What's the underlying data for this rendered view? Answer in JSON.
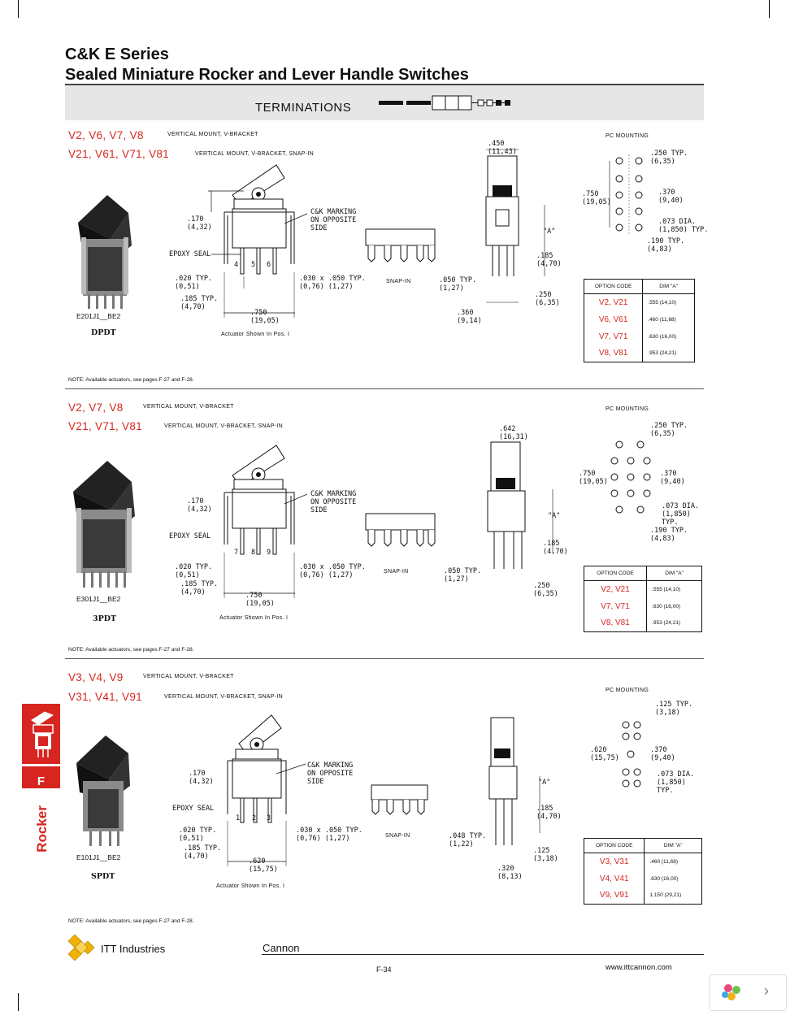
{
  "header": {
    "title_line1": "C&K E Series",
    "title_line2": "Sealed Miniature Rocker and Lever Handle Switches",
    "band_label": "TERMINATIONS"
  },
  "sections": [
    {
      "codes_1": "V2, V6, V7, V8",
      "desc_1": "VERTICAL MOUNT, V-BRACKET",
      "codes_2": "V21, V61, V71, V81",
      "desc_2": "VERTICAL MOUNT, V-BRACKET, SNAP-IN",
      "part_number": "E201J1__BE2",
      "pole_type": "DPDT",
      "dims": {
        "d170": ".170",
        "d170m": "(4,32)",
        "marking": "C&K MARKING",
        "marking2": "ON OPPOSITE",
        "marking3": "SIDE",
        "epoxy": "EPOXY SEAL",
        "pins": [
          "4",
          "5",
          "6"
        ],
        "d020": ".020 TYP.",
        "d020m": "(0,51)",
        "d030": ".030 x .050 TYP.",
        "d030m": "(0,76) (1,27)",
        "d185": ".185 TYP.",
        "d185m": "(4,70)",
        "dwidth": ".750",
        "dwidthm": "(19,05)",
        "actuator": "Actuator Shown In Pos. I",
        "snapin": "SNAP-IN",
        "side_top": ".450",
        "side_topm": "(11,43)",
        "dimA": "\"A\"",
        "side_185": ".185",
        "side_185m": "(4,70)",
        "side_050": ".050 TYP.",
        "side_050m": "(1,27)",
        "side_250": ".250",
        "side_250m": "(6,35)",
        "side_bottom": ".360",
        "side_bottomm": "(9,14)"
      },
      "pc": {
        "title": "PC MOUNTING",
        "spacing": ".250 TYP.",
        "spacingm": "(6,35)",
        "height": ".750",
        "heightm": "(19,05)",
        "col": ".370",
        "colm": "(9,40)",
        "dia": ".073 DIA.",
        "diam": "(1,850) TYP.",
        "row": ".190 TYP.",
        "rowm": "(4,83)"
      },
      "table_header": [
        "OPTION CODE",
        "DIM \"A\""
      ],
      "table_rows": [
        [
          "V2, V21",
          ".555 (14,10)"
        ],
        [
          "V6, V61",
          ".460 (11,68)"
        ],
        [
          "V7, V71",
          ".630 (16,00)"
        ],
        [
          "V8, V81",
          ".953 (24,21)"
        ]
      ],
      "note": "NOTE: Available actuators, see pages F-27 and F-28."
    },
    {
      "codes_1": "V2, V7, V8",
      "desc_1": "VERTICAL MOUNT, V-BRACKET",
      "codes_2": "V21, V71, V81",
      "desc_2": "VERTICAL MOUNT, V-BRACKET, SNAP-IN",
      "part_number": "E301J1__BE2",
      "pole_type": "3PDT",
      "dims": {
        "d170": ".170",
        "d170m": "(4,32)",
        "marking": "C&K MARKING",
        "marking2": "ON OPPOSITE",
        "marking3": "SIDE",
        "epoxy": "EPOXY SEAL",
        "pins": [
          "7",
          "8",
          "9"
        ],
        "d020": ".020 TYP.",
        "d020m": "(0,51)",
        "d030": ".030 x .050 TYP.",
        "d030m": "(0,76) (1,27)",
        "d185": ".185 TYP.",
        "d185m": "(4,70)",
        "dwidth": ".750",
        "dwidthm": "(19,05)",
        "actuator": "Actuator Shown In Pos. I",
        "snapin": "SNAP-IN",
        "side_top": ".642",
        "side_topm": "(16,31)",
        "dimA": "\"A\"",
        "side_185": ".185",
        "side_185m": "(4,70)",
        "side_050": ".050 TYP.",
        "side_050m": "(1,27)",
        "side_250": ".250",
        "side_250m": "(6,35)"
      },
      "pc": {
        "title": "PC MOUNTING",
        "spacing": ".250 TYP.",
        "spacingm": "(6,35)",
        "height": ".750",
        "heightm": "(19,05)",
        "col": ".370",
        "colm": "(9,40)",
        "dia": ".073 DIA.",
        "diam": "(1,850)",
        "diam2": "TYP.",
        "row": ".190 TYP.",
        "rowm": "(4,83)"
      },
      "table_header": [
        "OPTION CODE",
        "DIM \"A\""
      ],
      "table_rows": [
        [
          "V2, V21",
          ".555 (14,10)"
        ],
        [
          "V7, V71",
          ".630 (16,00)"
        ],
        [
          "V8, V81",
          ".953 (24,21)"
        ]
      ],
      "note": "NOTE: Available actuators, see pages F-27 and F-28."
    },
    {
      "codes_1": "V3, V4, V9",
      "desc_1": "VERTICAL MOUNT, V-BRACKET",
      "codes_2": "V31, V41, V91",
      "desc_2": "VERTICAL MOUNT, V-BRACKET, SNAP-IN",
      "part_number": "E101J1__BE2",
      "pole_type": "SPDT",
      "dims": {
        "d170": ".170",
        "d170m": "(4,32)",
        "marking": "C&K MARKING",
        "marking2": "ON OPPOSITE",
        "marking3": "SIDE",
        "epoxy": "EPOXY SEAL",
        "pins": [
          "1",
          "2",
          "3"
        ],
        "d020": ".020 TYP.",
        "d020m": "(0,51)",
        "d030": ".030 x .050 TYP.",
        "d030m": "(0,76) (1,27)",
        "d185": ".185 TYP.",
        "d185m": "(4,70)",
        "dwidth": ".620",
        "dwidthm": "(15,75)",
        "actuator": "Actuator Shown In Pos. I",
        "snapin": "SNAP-IN",
        "dimA": "\"A\"",
        "side_185": ".185",
        "side_185m": "(4,70)",
        "side_048": ".048 TYP.",
        "side_048m": "(1,22)",
        "side_125": ".125",
        "side_125m": "(3,18)",
        "side_bottom": ".320",
        "side_bottomm": "(8,13)"
      },
      "pc": {
        "title": "PC MOUNTING",
        "spacing": ".125 TYP.",
        "spacingm": "(3,18)",
        "height": ".620",
        "heightm": "(15,75)",
        "col": ".370",
        "colm": "(9,40)",
        "dia": ".073 DIA.",
        "diam": "(1,850)",
        "diam2": "TYP."
      },
      "table_header": [
        "OPTION CODE",
        "DIM \"A\""
      ],
      "table_rows": [
        [
          "V3, V31",
          ".460 (11,68)"
        ],
        [
          "V4, V41",
          ".630 (16,00)"
        ],
        [
          "V9, V91",
          "1.150 (29,21)"
        ]
      ],
      "note": "NOTE: Available actuators, see pages F-27 and F-28."
    }
  ],
  "sidebar": {
    "letter": "F",
    "label": "Rocker"
  },
  "footer": {
    "company": "ITT Industries",
    "brand": "Cannon",
    "page": "F-34",
    "url": "www.ittcannon.com"
  },
  "colors": {
    "accent_red": "#d6261f",
    "band_gray": "#e6e6e6"
  }
}
